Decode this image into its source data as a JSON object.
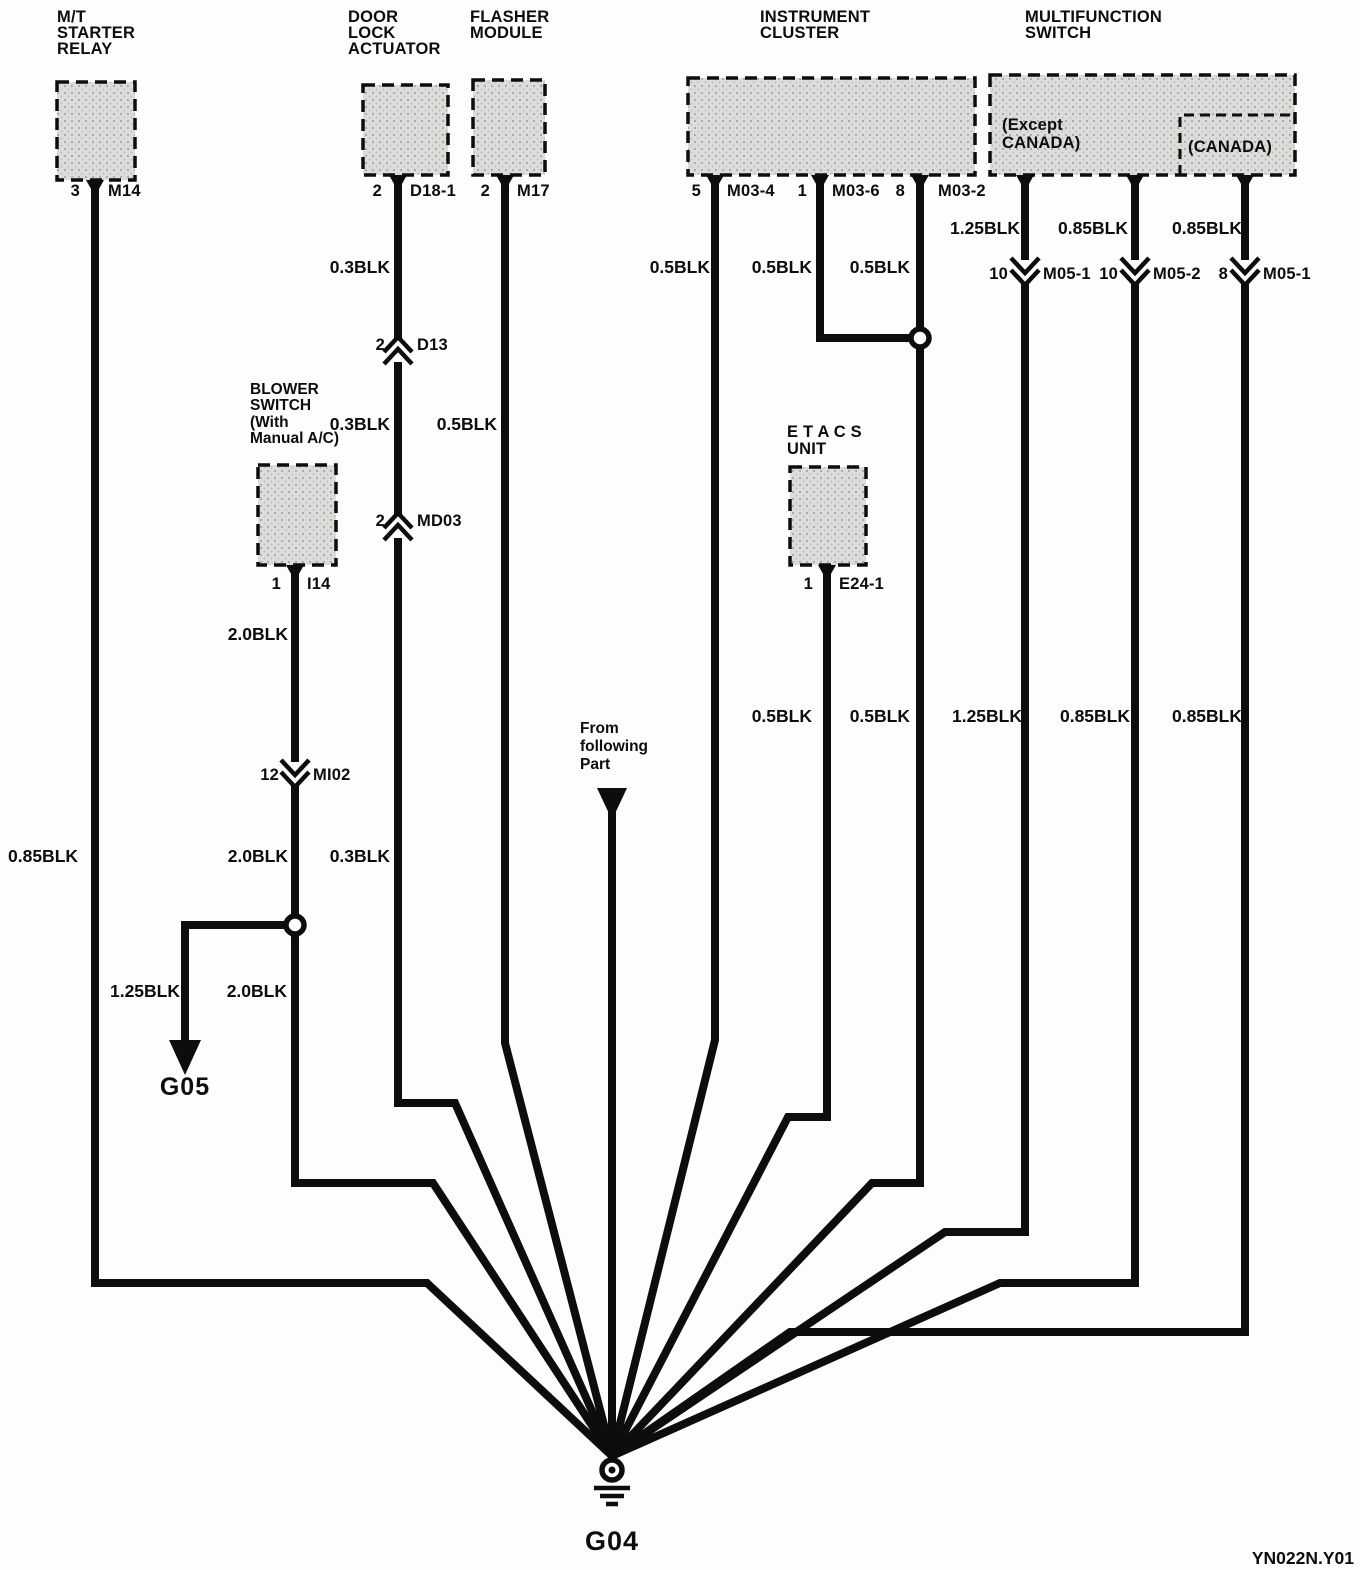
{
  "footer": {
    "code": "YN022N.Y01"
  },
  "grounds": {
    "main": "G04",
    "secondary": "G05"
  },
  "from_following": {
    "l1": "From",
    "l2": "following",
    "l3": "Part"
  },
  "components": {
    "starter_relay": {
      "l1": "M/T",
      "l2": "STARTER",
      "l3": "RELAY",
      "pin": "3",
      "conn": "M14"
    },
    "door_lock": {
      "l1": "DOOR",
      "l2": "LOCK",
      "l3": "ACTUATOR",
      "pin": "2",
      "conn": "D18-1"
    },
    "flasher": {
      "l1": "FLASHER",
      "l2": "MODULE",
      "pin": "2",
      "conn": "M17"
    },
    "instrument_cluster": {
      "l1": "INSTRUMENT",
      "l2": "CLUSTER",
      "pin1": "5",
      "conn1": "M03-4",
      "pin2": "1",
      "conn2": "M03-6",
      "pin3": "8",
      "conn3": "M03-2"
    },
    "multifunction_switch": {
      "l1": "MULTIFUNCTION",
      "l2": "SWITCH",
      "left1": "(Except",
      "left2": "CANADA)",
      "right": "(CANADA)"
    },
    "blower_switch": {
      "l1": "BLOWER",
      "l2": "SWITCH",
      "l3": "(With",
      "l4": "Manual A/C)",
      "pin": "1",
      "conn": "I14"
    },
    "etacs": {
      "l1": "E T A C S",
      "l2": "UNIT",
      "pin": "1",
      "conn": "E24-1"
    }
  },
  "inline_connectors": {
    "d13": {
      "pin": "2",
      "name": "D13"
    },
    "md03": {
      "pin": "2",
      "name": "MD03"
    },
    "mi02": {
      "pin": "12",
      "name": "MI02"
    },
    "m05_1a": {
      "pin": "10",
      "name": "M05-1"
    },
    "m05_2": {
      "pin": "10",
      "name": "M05-2"
    },
    "m05_1b": {
      "pin": "8",
      "name": "M05-1"
    }
  },
  "wire_labels": {
    "starter": "0.85BLK",
    "door_upper": "0.3BLK",
    "door_mid": "0.3BLK",
    "door_lower": "0.3BLK",
    "flasher_mid": "0.5BLK",
    "cluster_a": "0.5BLK",
    "cluster_b": "0.5BLK",
    "cluster_c": "0.5BLK",
    "cluster_c_lower": "0.5BLK",
    "etacs_lower": "0.5BLK",
    "mf1_upper": "1.25BLK",
    "mf2_upper": "0.85BLK",
    "mf3_upper": "0.85BLK",
    "mf1_lower": "1.25BLK",
    "mf2_lower": "0.85BLK",
    "mf3_lower": "0.85BLK",
    "blower_upper": "2.0BLK",
    "blower_mid": "2.0BLK",
    "blower_lower": "2.0BLK",
    "g05_branch": "1.25BLK"
  }
}
